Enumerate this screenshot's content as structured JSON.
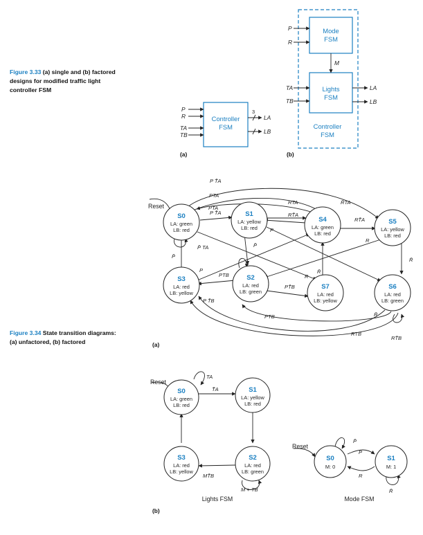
{
  "captions": {
    "fig33": {
      "label": "Figure 3.33",
      "text": "(a) single and (b) factored designs for modified traffic light controller FSM"
    },
    "fig34": {
      "label": "Figure 3.34",
      "text": "State transition diagrams: (a) unfactored, (b) factored"
    }
  },
  "fig33a": {
    "block": [
      "Controller",
      "FSM"
    ],
    "inputs": [
      "P",
      "R",
      "TA",
      "TB"
    ],
    "outputs": [
      "LA",
      "LB"
    ],
    "bus_width": "3",
    "sublabel": "(a)"
  },
  "fig33b": {
    "mode_block": [
      "Mode",
      "FSM"
    ],
    "lights_block": [
      "Lights",
      "FSM"
    ],
    "controller_label": [
      "Controller",
      "FSM"
    ],
    "inputs_mode": [
      "P",
      "R"
    ],
    "inputs_lights": [
      "TA",
      "TB"
    ],
    "link": "M",
    "outputs": [
      "LA",
      "LB"
    ],
    "sublabel": "(b)"
  },
  "fig34a": {
    "reset": "Reset",
    "states": [
      {
        "name": "S0",
        "out1": "LA: green",
        "out2": "LB: red"
      },
      {
        "name": "S1",
        "out1": "LA: yellow",
        "out2": "LB: red"
      },
      {
        "name": "S2",
        "out1": "LA: red",
        "out2": "LB: green"
      },
      {
        "name": "S3",
        "out1": "LA: red",
        "out2": "LB: yellow"
      },
      {
        "name": "S4",
        "out1": "LA: green",
        "out2": "LB: red"
      },
      {
        "name": "S5",
        "out1": "LA: yellow",
        "out2": "LB: red"
      },
      {
        "name": "S6",
        "out1": "LA: red",
        "out2": "LB: green"
      },
      {
        "name": "S7",
        "out1": "LA: red",
        "out2": "LB: yellow"
      }
    ],
    "labels": [
      "P T̄A",
      "PTA",
      "PTA",
      "P T̄A",
      "P̄ TA",
      "P̄",
      "P̄",
      "P",
      "P",
      "RTA",
      "RT̄A",
      "R̄TA",
      "RT̄A",
      "R",
      "R̄",
      "R̄",
      "R",
      "PTB",
      "PT̄B",
      "P T̄B",
      "PTB",
      "R̄",
      "RTB",
      "RT̄B"
    ],
    "sublabel": "(a)"
  },
  "fig34b": {
    "lights": {
      "reset": "Reset",
      "states": [
        {
          "name": "S0",
          "out1": "LA: green",
          "out2": "LB: red"
        },
        {
          "name": "S1",
          "out1": "LA: yellow",
          "out2": "LB: red"
        },
        {
          "name": "S2",
          "out1": "LA: red",
          "out2": "LB: green"
        },
        {
          "name": "S3",
          "out1": "LA: red",
          "out2": "LB: yellow"
        }
      ],
      "labels": [
        "TA",
        "T̄A",
        "MT̄B",
        "M + TB"
      ],
      "title": "Lights FSM"
    },
    "mode": {
      "reset": "Reset",
      "states": [
        {
          "name": "S0",
          "out": "M: 0"
        },
        {
          "name": "S1",
          "out": "M: 1"
        }
      ],
      "labels": [
        "P̄",
        "P",
        "R",
        "R̄"
      ],
      "title": "Mode FSM"
    },
    "sublabel": "(b)"
  }
}
